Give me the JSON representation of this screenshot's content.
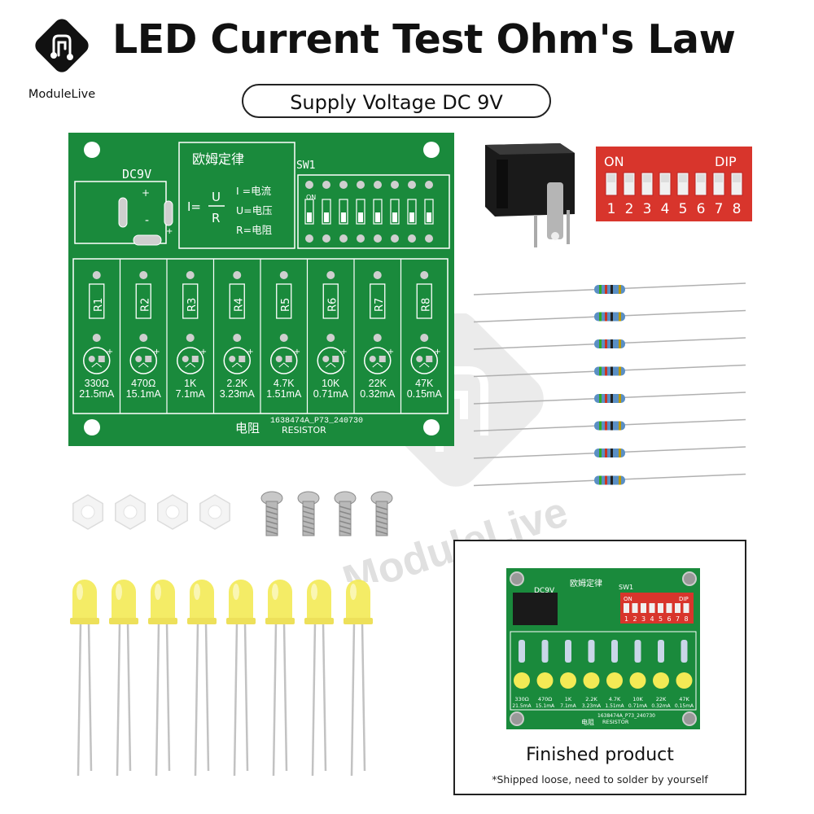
{
  "header": {
    "brand": "ModuleLive",
    "title": "LED Current Test Ohm's Law",
    "subtitle": "Supply Voltage DC 9V"
  },
  "pcb": {
    "dc_label": "DC9V",
    "law_title": "欧姆定律",
    "formula": {
      "i": "I=",
      "u": "U",
      "r": "R"
    },
    "legend": [
      "I =电流",
      "U=电压",
      "R=电阻"
    ],
    "switch_label": "SW1",
    "switch_on": "ON",
    "resistor_labels": [
      "R1",
      "R2",
      "R3",
      "R4",
      "R5",
      "R6",
      "R7",
      "R8"
    ],
    "values": [
      "330Ω",
      "470Ω",
      "1K",
      "2.2K",
      "4.7K",
      "10K",
      "22K",
      "47K"
    ],
    "currents": [
      "21.5mA",
      "15.1mA",
      "7.1mA",
      "3.23mA",
      "1.51mA",
      "0.71mA",
      "0.32mA",
      "0.15mA"
    ],
    "code": "1638474A_P73_240730",
    "resistor_cn": "电阻",
    "resistor_en": "RESISTOR"
  },
  "dip": {
    "on": "ON",
    "dip": "DIP",
    "numbers": [
      "1",
      "2",
      "3",
      "4",
      "5",
      "6",
      "7",
      "8"
    ]
  },
  "watermark": "ModuleLive",
  "finished": {
    "title": "Finished product",
    "note": "*Shipped loose, need to solder by yourself",
    "dc_label": "DC9V",
    "law_title": "欧姆定律",
    "sw": "SW1",
    "dip_on": "ON",
    "dip_dip": "DIP",
    "code": "1638474A_P73_240730",
    "resistor_cn": "电阻",
    "resistor_en": "RESISTOR"
  },
  "colors": {
    "pcb": "#1a8a3c",
    "pcb_dark": "#137030",
    "dip": "#d8352c",
    "led": "#f3ea55"
  }
}
